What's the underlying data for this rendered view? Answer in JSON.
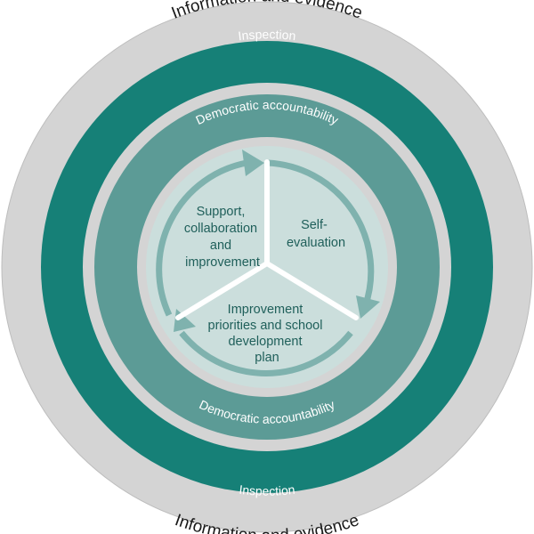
{
  "diagram": {
    "outer_top": "Information and evidence",
    "outer_bottom": "Information and evidence",
    "inspection_top": "Inspection",
    "inspection_bottom": "Inspection",
    "democratic_top": "Democratic accountability",
    "democratic_bottom": "Democratic accountability",
    "segments": {
      "support": [
        "Support,",
        "collaboration",
        "and",
        "improvement"
      ],
      "self_evaluation": [
        "Self-",
        "evaluation"
      ],
      "improvement": [
        "Improvement",
        "priorities and school",
        "development",
        "plan"
      ]
    },
    "colors": {
      "outer_disc": "#d4d4d4",
      "inspection_ring": "#168077",
      "democratic_ring": "#5c9b96",
      "inner_disc": "#cbdedc",
      "cycle_arrow": "#7fb2ae",
      "text_dark": "#1a1a1a",
      "text_teal": "#1f5f5a"
    }
  }
}
